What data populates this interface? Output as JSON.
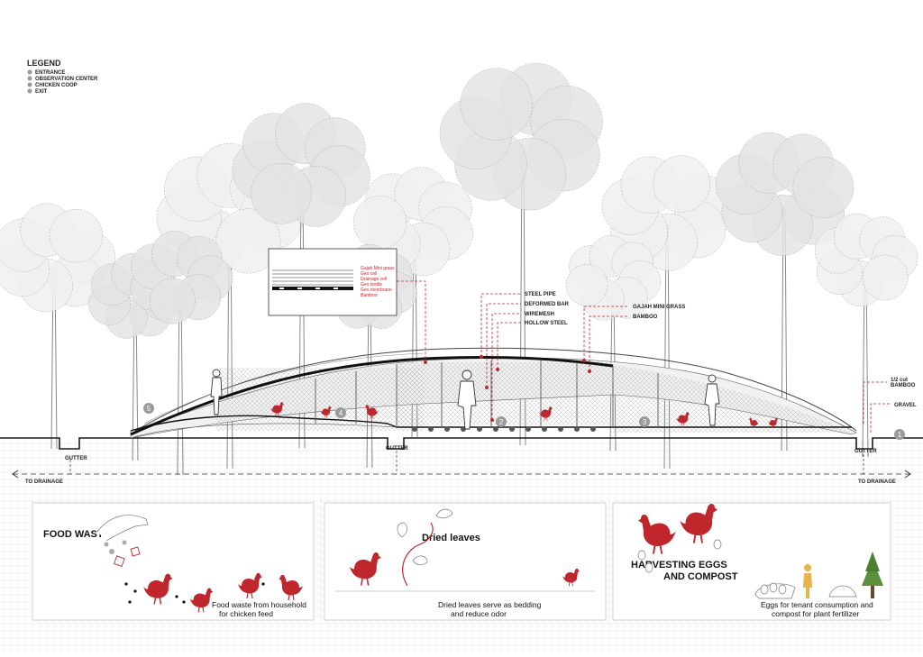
{
  "legend": {
    "title": "LEGEND",
    "items": [
      "ENTRANCE",
      "OBSERVATION CENTER",
      "CHICKEN COOP",
      "EXIT"
    ]
  },
  "roof_detail_layers": [
    "Gajah Mini grass",
    "Geo cell",
    "Drainage cell",
    "Geo textile",
    "Geo membrane",
    "Bamboo"
  ],
  "structure_labels": {
    "steel_pipe": "STEEL PIPE",
    "deformed_bar": "DEFORMED BAR",
    "wiremesh": "WIREMESH",
    "hollow_steel": "HOLLOW STEEL",
    "gajah_mini_grass": "GAJAH MINI GRASS",
    "bamboo": "BAMBOO",
    "half_cut_bamboo_1": "1/2 cut",
    "half_cut_bamboo_2": "BAMBOO",
    "gravel": "GRAVEL"
  },
  "markers": [
    "1",
    "2",
    "3",
    "4",
    "5"
  ],
  "gutter_label": "GUTTER",
  "drainage_label": "TO DRAINAGE",
  "panels": [
    {
      "title": "FOOD WASTE",
      "caption_1": "Food waste from household",
      "caption_2": "for chicken feed"
    },
    {
      "title": "Dried leaves",
      "caption_1": "Dried leaves serve as bedding",
      "caption_2": "and reduce odor"
    },
    {
      "title_1": "HARVESTING EGGS",
      "title_2": "AND COMPOST",
      "caption_1": "Eggs for tenant consumption and",
      "caption_2": "compost for plant fertilizer"
    }
  ],
  "colors": {
    "accent": "#c0272d",
    "line": "#1a1a1a",
    "tree": "#bdbdbd"
  }
}
